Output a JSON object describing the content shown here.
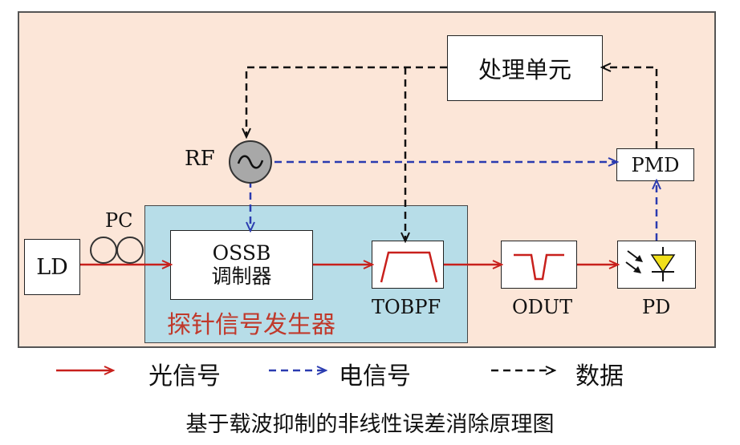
{
  "blocks": {
    "processing_unit": "处理单元",
    "ld": "LD",
    "ossb_line1": "OSSB",
    "ossb_line2": "调制器",
    "tobpf": "TOBPF",
    "odut": "ODUT",
    "pd": "PD",
    "pmd": "PMD",
    "rf": "RF",
    "pc": "PC",
    "probe_generator": "探针信号发生器"
  },
  "legend": {
    "optical": "光信号",
    "electrical": "电信号",
    "data": "数据"
  },
  "caption": "基于载波抑制的非线性误差消除原理图",
  "colors": {
    "optical": "#c8201c",
    "electrical": "#2a3bb0",
    "data": "#111111",
    "frame_bg": "#fce6d8",
    "generator_bg": "#b7dde8",
    "generator_label": "#c0392b",
    "pd_diode": "#f1e01a"
  }
}
